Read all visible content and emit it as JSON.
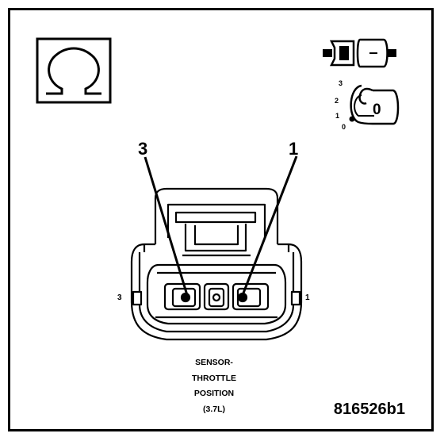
{
  "diagram": {
    "callouts": {
      "left": "3",
      "right": "1"
    },
    "side_labels": {
      "left": "3",
      "right": "1"
    },
    "caption_lines": [
      "SENSOR-",
      "THROTTLE",
      "POSITION",
      "(3.7L)"
    ],
    "figure_id": "816526b1",
    "ohm_symbol": "Ω",
    "dial": {
      "marks": [
        "3",
        "2",
        "1",
        "0"
      ],
      "selected": "0"
    }
  }
}
